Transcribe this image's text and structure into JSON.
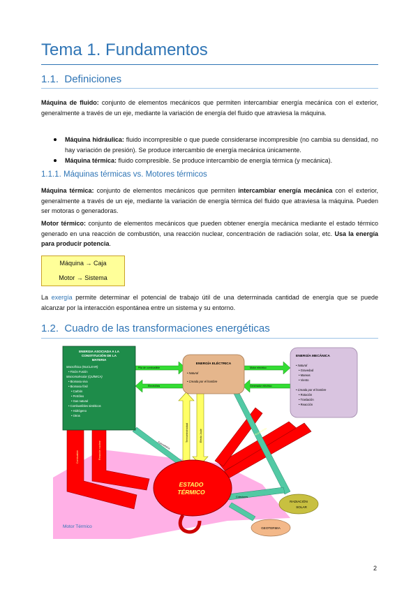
{
  "header": {
    "title": "Tema 1. Fundamentos"
  },
  "section1": {
    "number": "1.1.",
    "heading": "Definiciones",
    "p1": {
      "term": "Máquina de fluido:",
      "text": " conjunto de elementos mecánicos que permiten intercambiar energía mecánica con el exterior, generalmente a través de un eje, mediante la variación de energía del fluido que atraviesa la máquina."
    },
    "bullets": [
      {
        "term": "Máquina hidráulica:",
        "text": " fluido incompresible o que puede considerarse incompresible (no cambia su densidad, no hay variación de presión). Se produce intercambio de energía mecánica únicamente."
      },
      {
        "term": "Máquina térmica:",
        "text": " fluido compresible. Se produce intercambio de energía térmica (y mecánica)."
      }
    ],
    "sub": {
      "number": "1.1.1.",
      "heading": "Máquinas térmicas vs. Motores térmicos",
      "p_mt": {
        "term": "Máquina térmica:",
        "pre": " conjunto de elementos mecánicos que permiten ",
        "bold": "intercambiar energía mecánica",
        "post": " con el exterior, generalmente a través de un eje, mediante la variación de energía térmica del fluido que atraviesa la máquina. Pueden ser motoras o generadoras."
      },
      "p_motor": {
        "term": "Motor térmico:",
        "text": " conjunto de elementos mecánicos que pueden obtener energía mecánica mediante el estado térmico generado en una reacción de combustión, una reacción nuclear, concentración de radiación solar, etc. ",
        "bold": "Usa la energía para producir potencia",
        "end": "."
      },
      "callout": {
        "line1": "Máquina → Caja",
        "line2": "Motor → Sistema"
      },
      "p_exergia": {
        "pre": "La ",
        "link": "exergía",
        "post": " permite determinar el potencial de trabajo útil de una determinada cantidad de energía que se puede alcanzar por la interacción espontánea entre un sistema y su entorno."
      }
    }
  },
  "section2": {
    "number": "1.2.",
    "heading": "Cuadro de las transformaciones energéticas"
  },
  "diagram": {
    "box_green": {
      "title": [
        "ENERGIA ASOCIADA A LA",
        "CONSTITUCIÓN DE LA",
        "MATERIA"
      ],
      "lines": [
        "Macrofísica (NUCLEAR)",
        "• Fisión  Fusión",
        "Macromolecular (QUÍMICA)",
        "• Biomasa viva",
        "• Biomasa fósil",
        "   • Carbón",
        "   • Petróleo",
        "   • Gas natural",
        "• Combustibles sintéticos",
        "   • Hidrógeno",
        "   • Otros"
      ]
    },
    "box_elec": {
      "title": "ENERGÍA ELÉCTRICA",
      "lines": [
        "• Natural",
        "• Creada por el hombre"
      ]
    },
    "box_mech": {
      "title": "ENERGÍA MECÁNICA",
      "lines": [
        "• Natural",
        "   • Gravedad",
        "   • Mareas",
        "   • Viento",
        "• Creada por el hombre",
        "   • Rotación",
        "   • Traslación",
        "   • Reacción"
      ]
    },
    "estado": [
      "ESTADO",
      "TÉRMICO"
    ],
    "radiacion": [
      "RADIACIÓN",
      "SOLAR"
    ],
    "geotermia": "GEOTERMIA",
    "motor_termico": "Motor Térmico",
    "labels": {
      "pila": "Pila de combustible",
      "electrolisis": "Electrólisis",
      "motor_electrico": "Motor eléctrico",
      "generador": "Generador eléctrico",
      "combustion": "Combustión",
      "termoelectricidad": "Termoelectricidad",
      "joule": "Efecto Joule",
      "rozamiento": "Rozamiento",
      "colectores": "Colectores",
      "fotovoltaica": "Fotovoltaica",
      "reaccion_nuclear": "Reacción nuclear"
    },
    "colors": {
      "green": "#1e8c4a",
      "electric": "#e5b68c",
      "mechanical": "#d9c4e0",
      "red": "#ff0000",
      "pink": "#ffb0e6",
      "solar": "#c8c040",
      "geo": "#f3b889",
      "arrow_green": "#33dd33",
      "arrow_teal": "#52c9a4",
      "arrow_yellow": "#ffff66"
    }
  },
  "footer": {
    "page": "2"
  }
}
